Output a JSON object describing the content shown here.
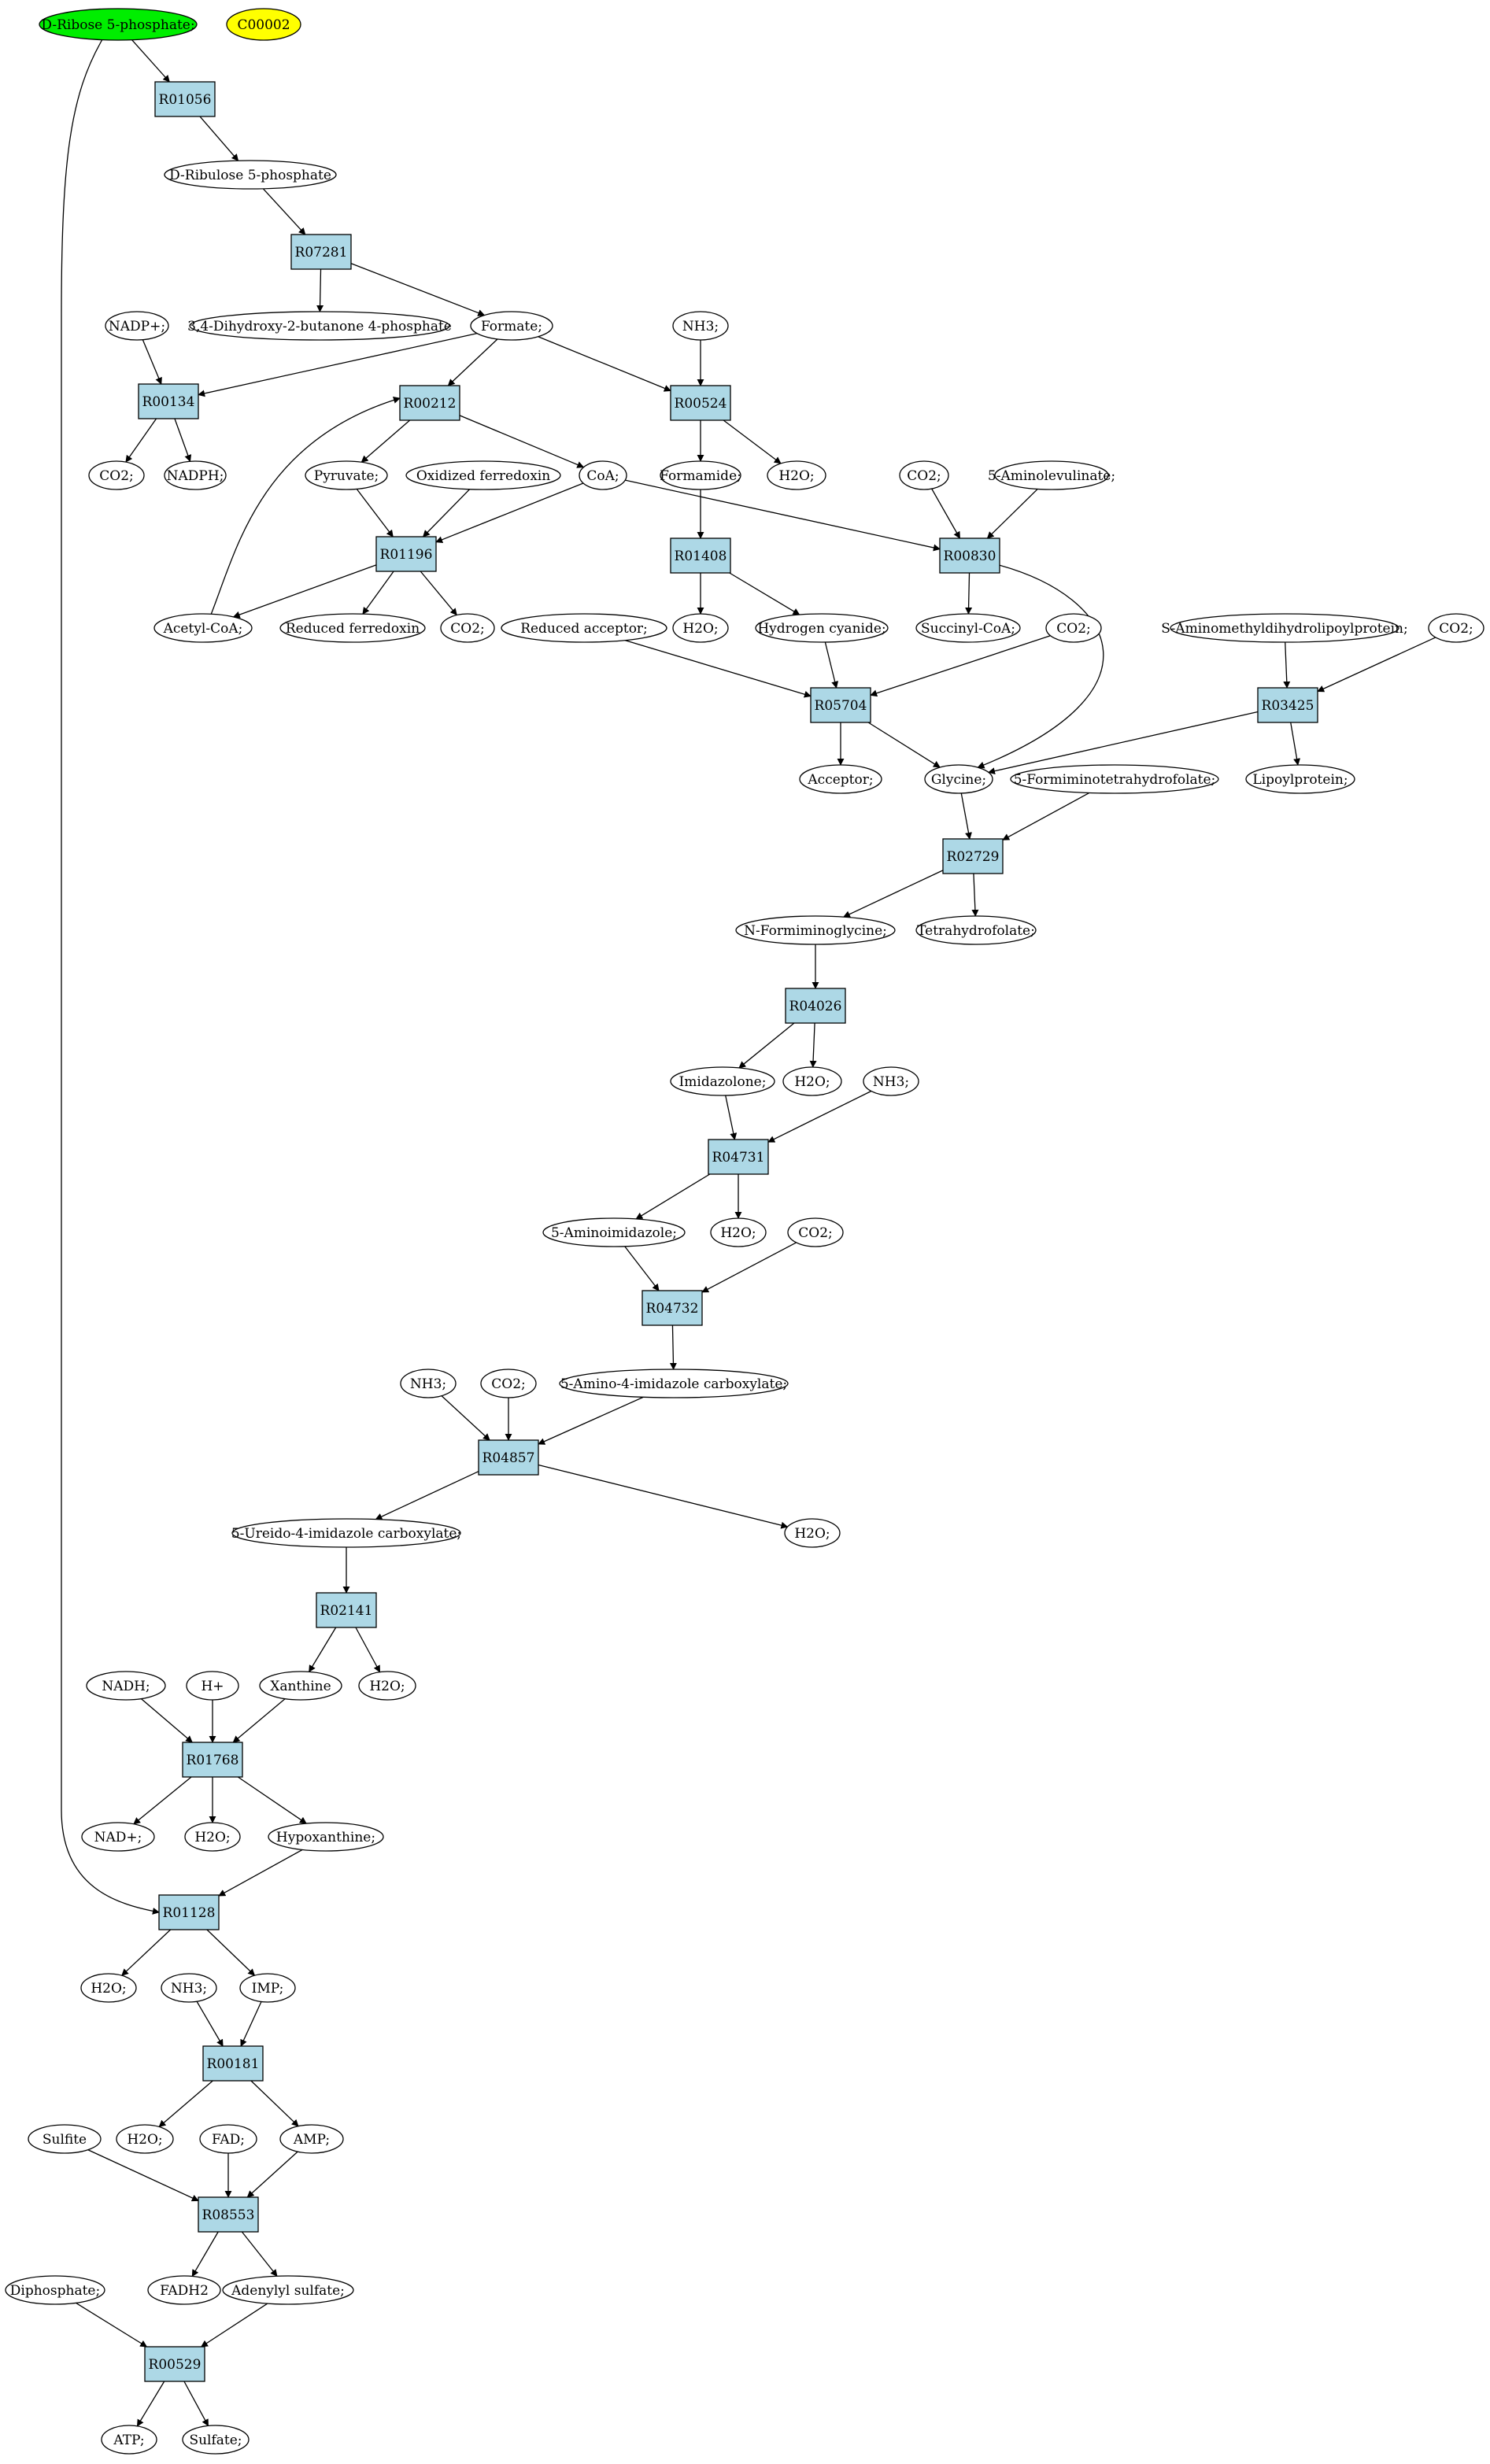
{
  "colors": {
    "start_fill": "#00ee00",
    "goal_fill": "#ffff00",
    "reaction_fill": "#add8e6",
    "compound_fill": "#ffffff",
    "stroke": "#000000"
  },
  "reactions": [
    "R01056",
    "R07281",
    "R00134",
    "R00212",
    "R00524",
    "R01196",
    "R01408",
    "R00830",
    "R05704",
    "R03425",
    "R02729",
    "R04026",
    "R04731",
    "R04732",
    "R04857",
    "R02141",
    "R01768",
    "R01128",
    "R00181",
    "R08553",
    "R00529"
  ],
  "compounds": [
    {
      "label": "D-Ribose 5-phosphate;",
      "role": "start"
    },
    {
      "label": "C00002",
      "role": "goal"
    },
    {
      "label": "D-Ribulose 5-phosphate"
    },
    {
      "label": "3,4-Dihydroxy-2-butanone 4-phosphate"
    },
    {
      "label": "Formate;"
    },
    {
      "label": "NH3;"
    },
    {
      "label": "NADP+;"
    },
    {
      "label": "CO2;"
    },
    {
      "label": "NADPH;"
    },
    {
      "label": "Pyruvate;"
    },
    {
      "label": "Oxidized ferredoxin"
    },
    {
      "label": "CoA;"
    },
    {
      "label": "Formamide;"
    },
    {
      "label": "H2O;"
    },
    {
      "label": "CO2;"
    },
    {
      "label": "5-Aminolevulinate;"
    },
    {
      "label": "Acetyl-CoA;"
    },
    {
      "label": "Reduced ferredoxin"
    },
    {
      "label": "CO2;"
    },
    {
      "label": "H2O;"
    },
    {
      "label": "Hydrogen cyanide;"
    },
    {
      "label": "Succinyl-CoA;"
    },
    {
      "label": "CO2;"
    },
    {
      "label": "Reduced acceptor;"
    },
    {
      "label": "S-Aminomethyldihydrolipoylprotein;"
    },
    {
      "label": "CO2;"
    },
    {
      "label": "Acceptor;"
    },
    {
      "label": "Glycine;"
    },
    {
      "label": "5-Formiminotetrahydrofolate;"
    },
    {
      "label": "Lipoylprotein;"
    },
    {
      "label": "N-Formiminoglycine;"
    },
    {
      "label": "Tetrahydrofolate;"
    },
    {
      "label": "Imidazolone;"
    },
    {
      "label": "H2O;"
    },
    {
      "label": "NH3;"
    },
    {
      "label": "5-Aminoimidazole;"
    },
    {
      "label": "H2O;"
    },
    {
      "label": "CO2;"
    },
    {
      "label": "5-Amino-4-imidazole carboxylate;"
    },
    {
      "label": "NH3;"
    },
    {
      "label": "CO2;"
    },
    {
      "label": "5-Ureido-4-imidazole carboxylate;"
    },
    {
      "label": "H2O;"
    },
    {
      "label": "NADH;"
    },
    {
      "label": "H+"
    },
    {
      "label": "Xanthine"
    },
    {
      "label": "H2O;"
    },
    {
      "label": "NAD+;"
    },
    {
      "label": "H2O;"
    },
    {
      "label": "Hypoxanthine;"
    },
    {
      "label": "H2O;"
    },
    {
      "label": "NH3;"
    },
    {
      "label": "IMP;"
    },
    {
      "label": "Sulfite"
    },
    {
      "label": "H2O;"
    },
    {
      "label": "FAD;"
    },
    {
      "label": "AMP;"
    },
    {
      "label": "Diphosphate;"
    },
    {
      "label": "FADH2"
    },
    {
      "label": "Adenylyl sulfate;"
    },
    {
      "label": "ATP;"
    },
    {
      "label": "Sulfate;"
    }
  ]
}
